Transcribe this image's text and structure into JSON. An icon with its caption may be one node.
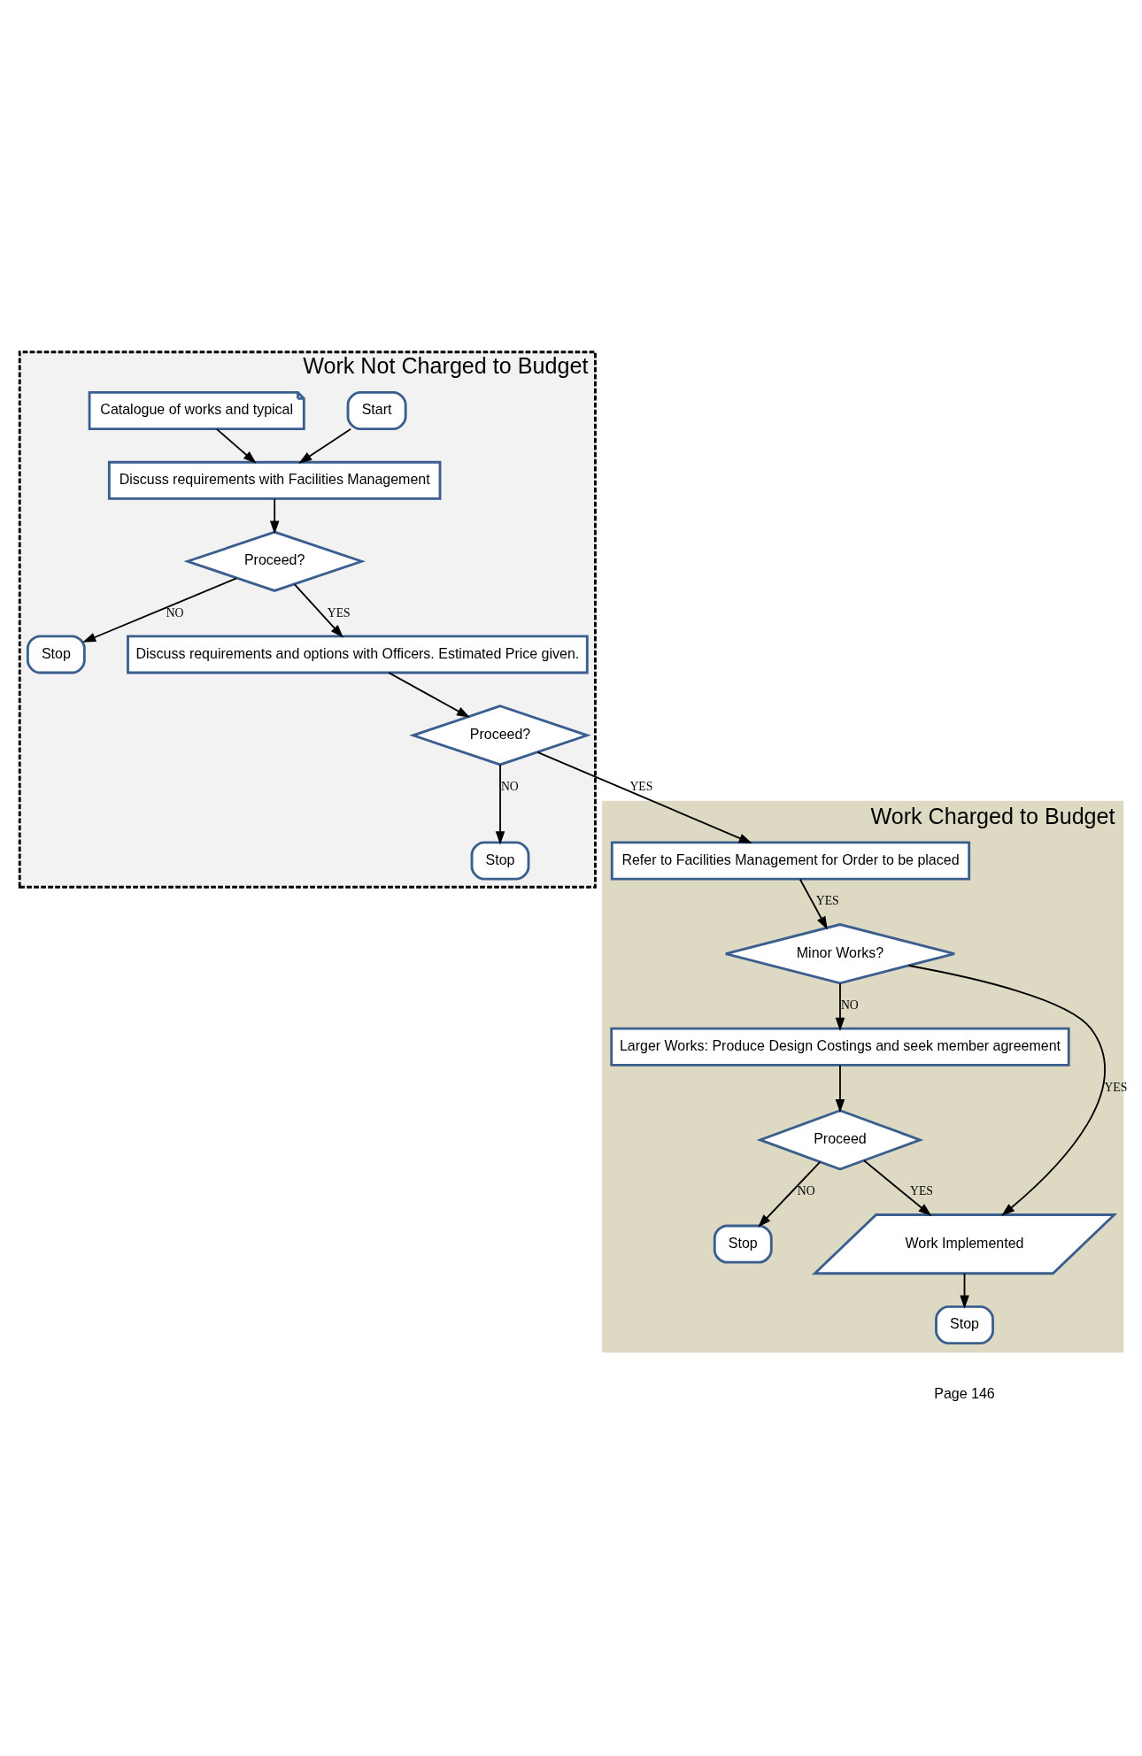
{
  "diagram": {
    "nodes": [
      {
        "text": [
          "Work Not Charged to Budget"
        ]
      },
      {
        "text": [
          "Start"
        ],
        "in": 0
      },
      {
        "text": [
          "Discuss requirements with Facilities Management"
        ],
        "in": 0
      },
      {
        "text": [
          "Catalogue of works and typical"
        ],
        "in": 0
      },
      {
        "text": [
          "Proceed?"
        ],
        "in": 0
      },
      {
        "text": [
          "Stop"
        ],
        "in": 0
      },
      {
        "text": [
          "Discuss requirements and options with Officers. Estimated Price given."
        ],
        "in": 0
      },
      {
        "text": [
          "Proceed?"
        ],
        "in": 0
      },
      {
        "text": [
          "Stop"
        ],
        "in": 0
      },
      {
        "text": [
          "Work Charged to Budget"
        ]
      },
      {
        "text": [
          "Refer to Facilities Management for Order to be placed"
        ],
        "in": 9
      },
      {
        "text": [
          "Minor Works?"
        ],
        "in": 9
      },
      {
        "text": [
          "Larger Works: Produce Design Costings and seek member agreement"
        ],
        "in": 9
      },
      {
        "text": [
          "Proceed"
        ],
        "in": 9
      },
      {
        "text": [
          "Stop"
        ],
        "in": 9
      },
      {
        "text": [
          "Work Implemented"
        ],
        "in": 9
      },
      {
        "text": [
          "Stop"
        ],
        "in": 9
      }
    ],
    "edges": [
      {
        "from": 1,
        "to": 2,
        "arrow": "to"
      },
      {
        "from": 3,
        "to": 2,
        "arrow": "to"
      },
      {
        "from": 2,
        "to": 4,
        "arrow": "to"
      },
      {
        "from": 4,
        "to": 5,
        "arrow": "to",
        "label": "NO"
      },
      {
        "from": 4,
        "to": 6,
        "arrow": "to",
        "label": "YES"
      },
      {
        "from": 6,
        "to": 7,
        "arrow": "to"
      },
      {
        "from": 7,
        "to": 8,
        "arrow": "to",
        "label": "NO"
      },
      {
        "from": 7,
        "to": 10,
        "arrow": "to",
        "label": "YES"
      },
      {
        "from": 10,
        "to": 11,
        "arrow": "to",
        "label": "YES"
      },
      {
        "from": 11,
        "to": 12,
        "arrow": "to",
        "label": "NO"
      },
      {
        "from": 11,
        "to": 15,
        "arrow": "to",
        "label": "YES"
      },
      {
        "from": 12,
        "to": 13,
        "arrow": "to"
      },
      {
        "from": 13,
        "to": 14,
        "arrow": "to",
        "label": "NO"
      },
      {
        "from": 13,
        "to": 15,
        "arrow": "to",
        "label": "YES"
      },
      {
        "from": 15,
        "to": 16,
        "arrow": "to"
      }
    ],
    "labels": [
      "Page 146"
    ]
  }
}
